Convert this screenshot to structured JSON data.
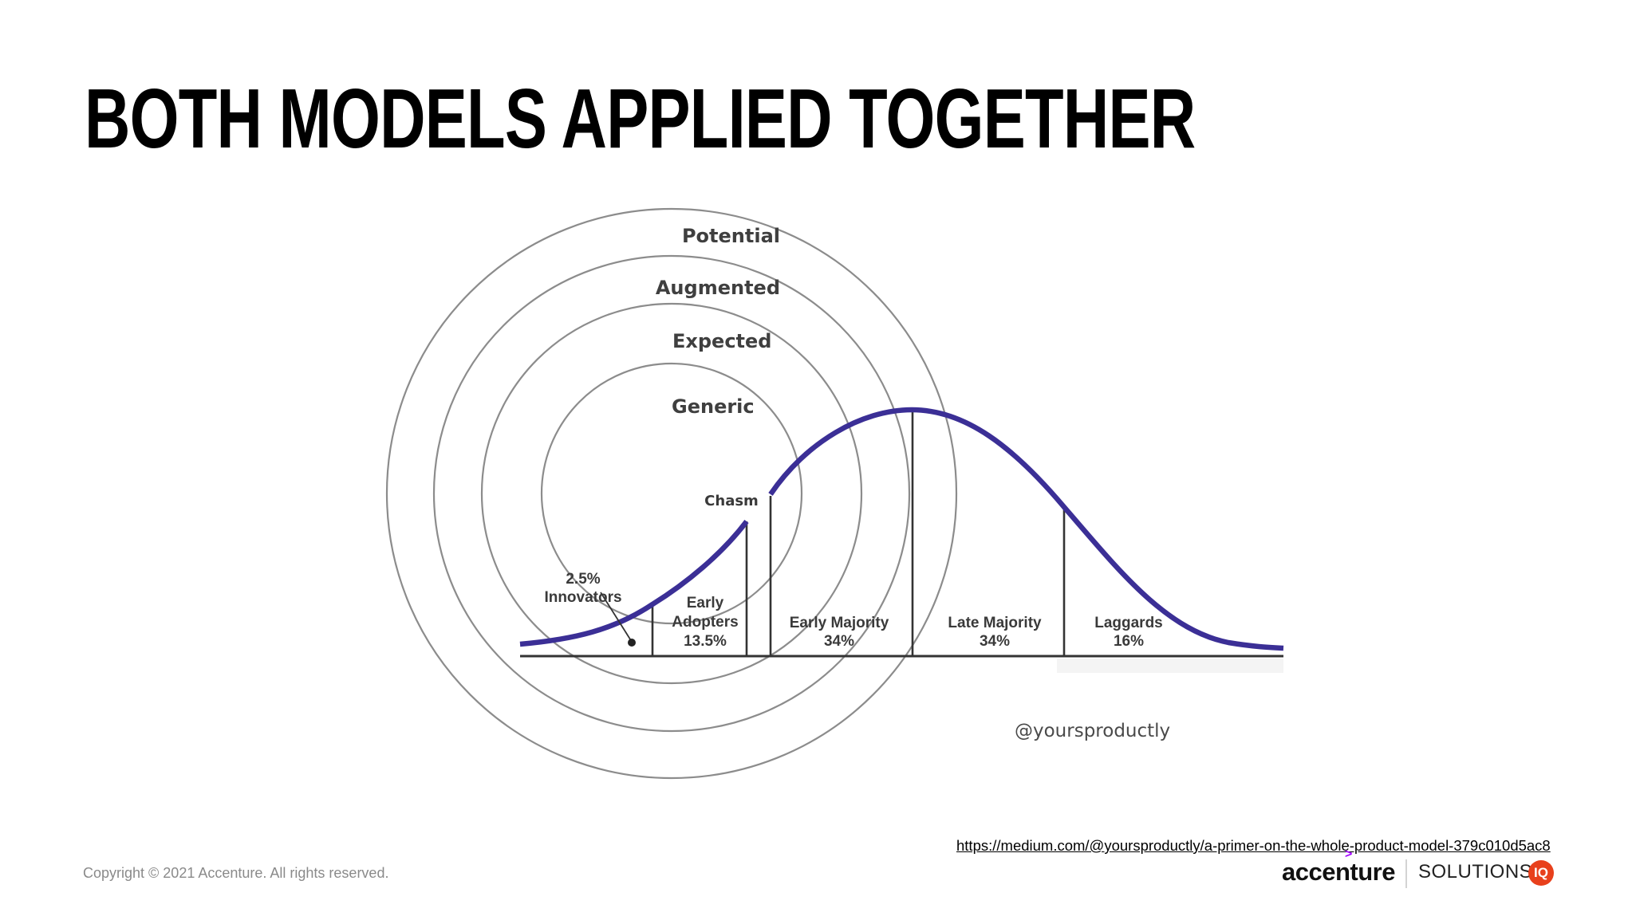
{
  "slide": {
    "title": "BOTH MODELS APPLIED TOGETHER",
    "handle": "@yoursproductly",
    "source_url": "https://medium.com/@yoursproductly/a-primer-on-the-whole-product-model-379c010d5ac8",
    "copyright": "Copyright © 2021 Accenture. All rights reserved."
  },
  "logo": {
    "brand": "accenture",
    "brand_mark": ">",
    "partner": "SOLUTIONS",
    "partner_badge": "IQ",
    "colors": {
      "brand_mark": "#a100ff",
      "badge": "#e8401c"
    }
  },
  "whole_product_model": {
    "rings": [
      {
        "label": "Potential"
      },
      {
        "label": "Augmented"
      },
      {
        "label": "Expected"
      },
      {
        "label": "Generic"
      }
    ],
    "ring_color": "#8c8c8c"
  },
  "adoption_curve": {
    "chasm_label": "Chasm",
    "curve_color": "#3b2f96",
    "segments": [
      {
        "name": "Innovators",
        "share": "2.5%"
      },
      {
        "name_line1": "Early",
        "name_line2": "Adopters",
        "share": "13.5%"
      },
      {
        "name": "Early Majority",
        "share": "34%"
      },
      {
        "name": "Late Majority",
        "share": "34%"
      },
      {
        "name": "Laggards",
        "share": "16%"
      }
    ]
  }
}
